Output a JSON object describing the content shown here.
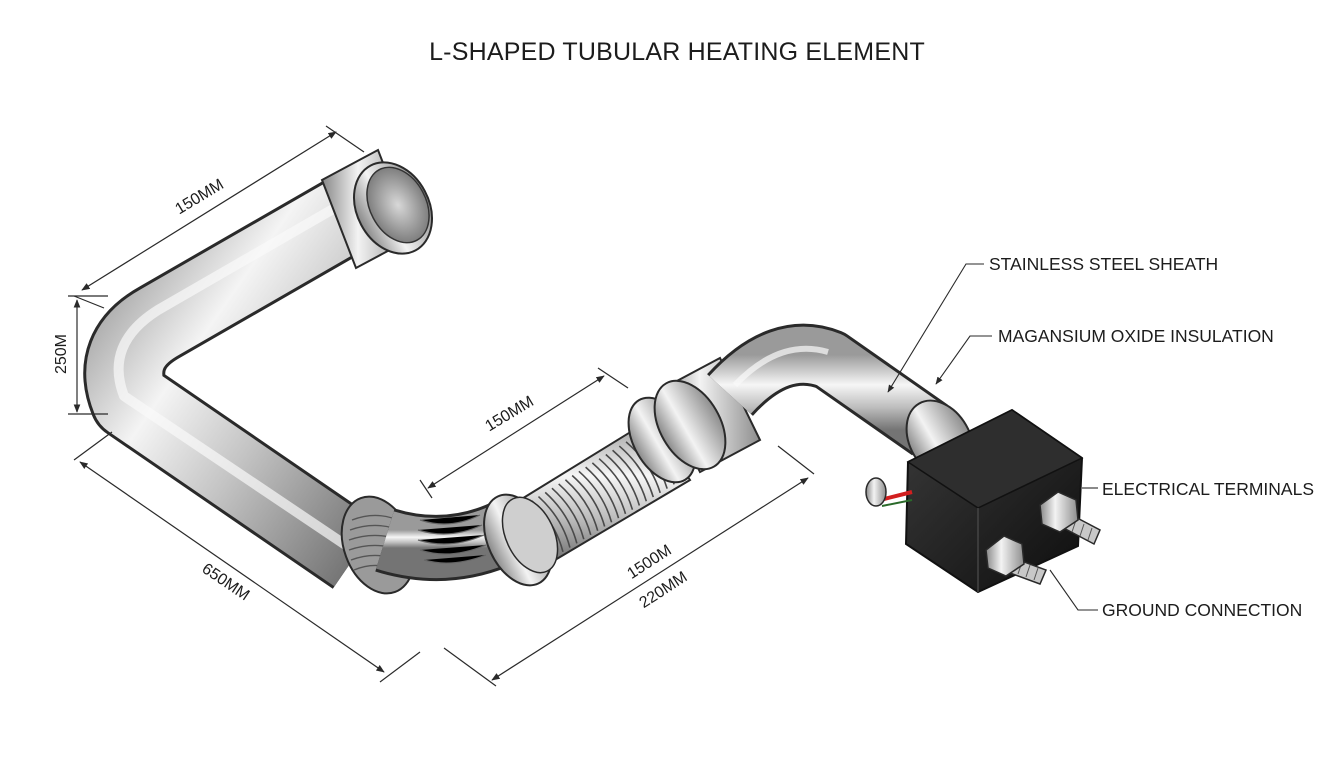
{
  "diagram": {
    "title": "L-SHAPED TUBULAR HEATING ELEMENT",
    "callouts": {
      "sheath": "STAINLESS STEEL SHEATH",
      "insulation": "MAGANSIUM OXIDE INSULATION",
      "terminals": "ELECTRICAL TERMINALS",
      "ground": "GROUND CONNECTION"
    },
    "dimensions": {
      "top_length": "150MM",
      "vertical_height": "250M",
      "diagonal_length": "650MM",
      "middle_length": "150MM",
      "lower_length_a": "1500M",
      "lower_length_b": "220MM"
    },
    "colors": {
      "steel_light": "#f2f2f2",
      "steel_mid": "#b9b9b9",
      "steel_dark": "#7a7a7a",
      "terminal_block": "#161616",
      "wire_red": "#d21f1f",
      "outline": "#2a2a2a"
    }
  }
}
